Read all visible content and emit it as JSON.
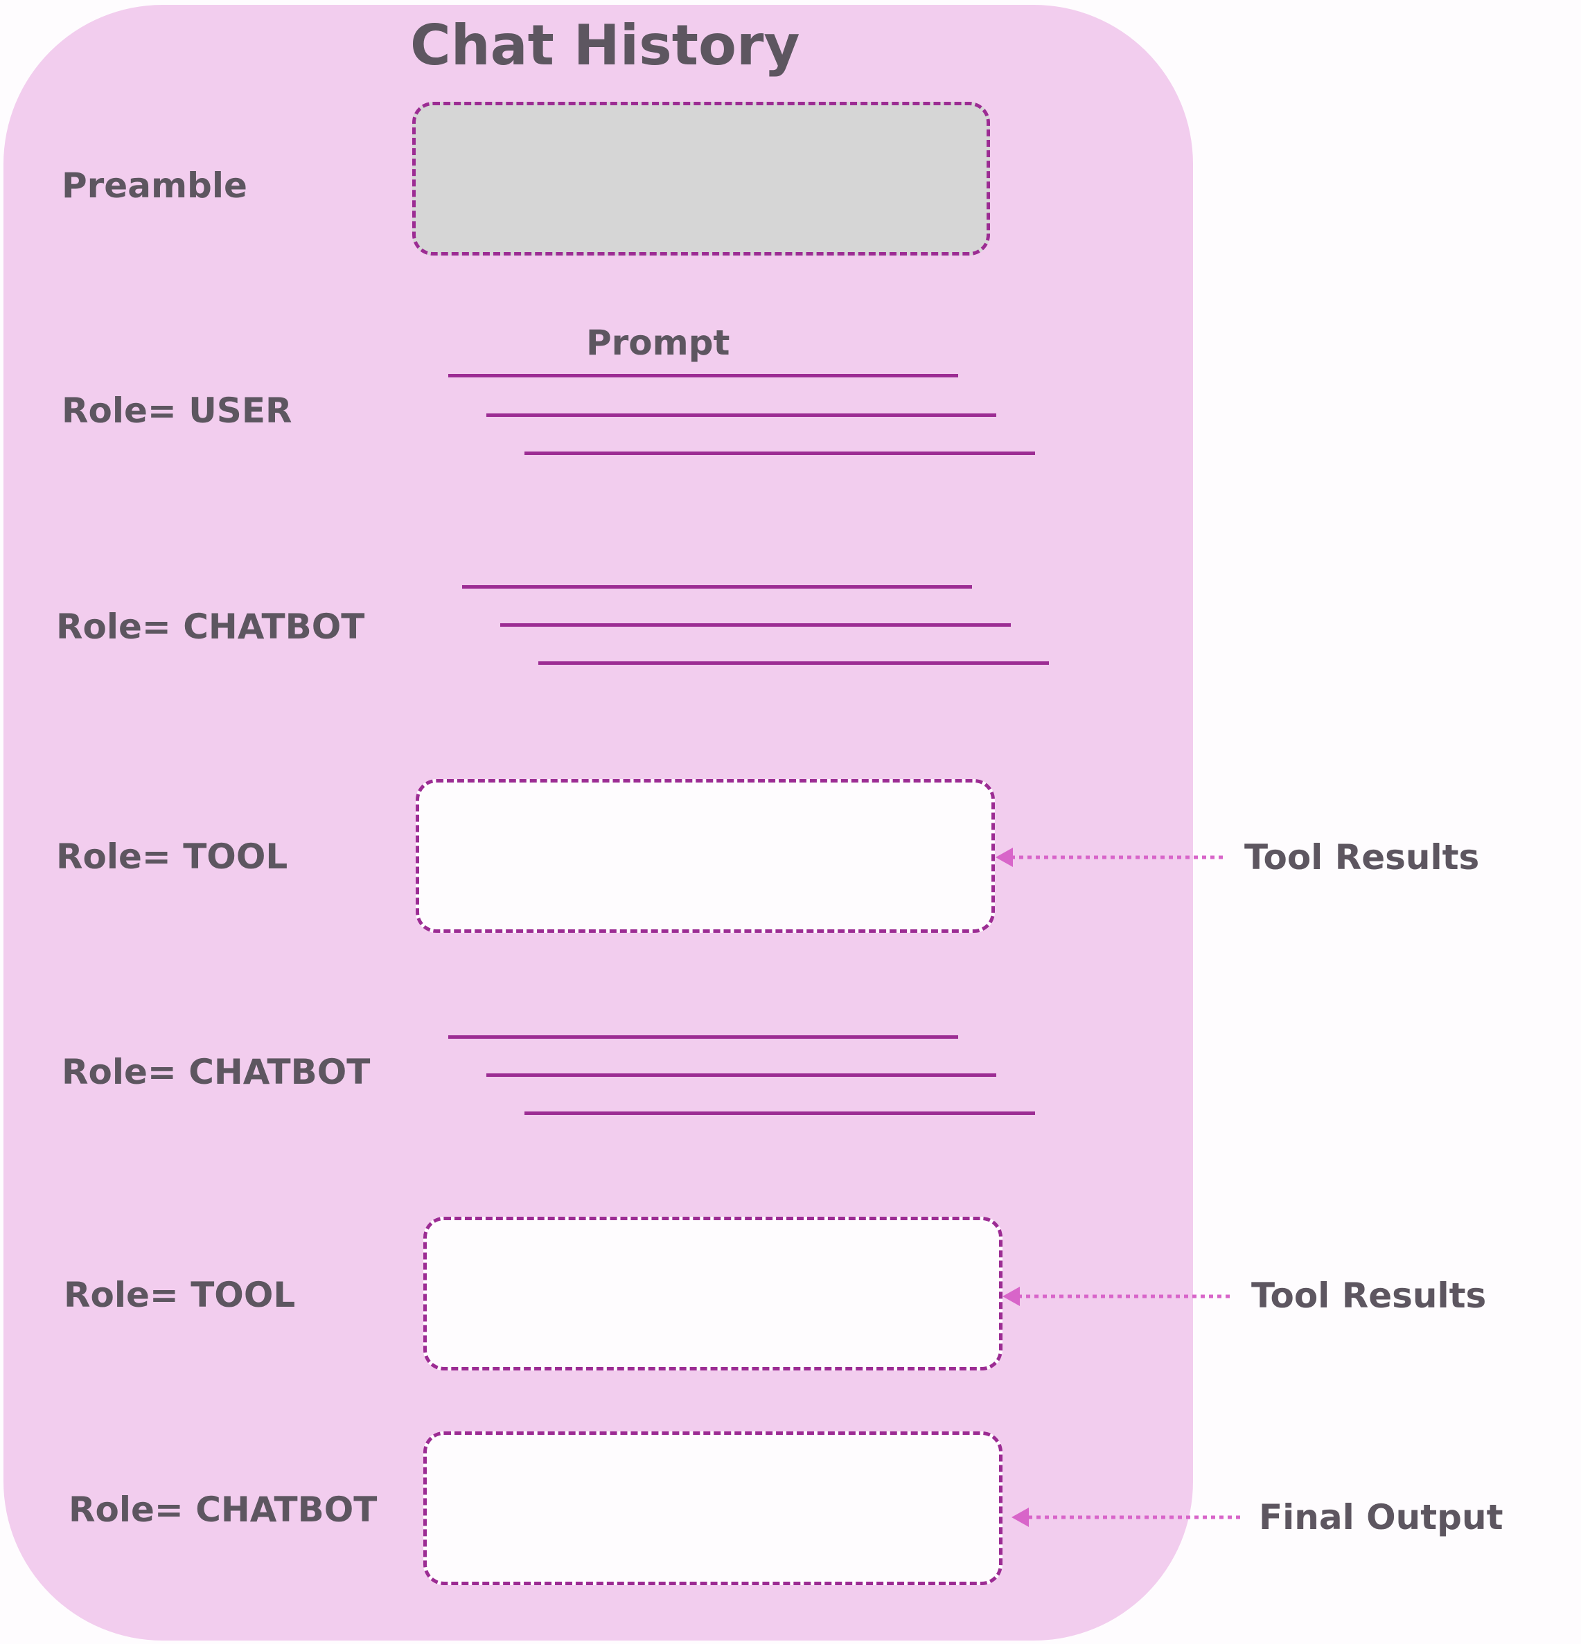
{
  "title": "Chat History",
  "prompt_label": "Prompt",
  "rows": [
    {
      "label": "Preamble"
    },
    {
      "label": "Role= USER"
    },
    {
      "label": "Role= CHATBOT"
    },
    {
      "label": "Role= TOOL",
      "annotation": "Tool Results"
    },
    {
      "label": "Role= CHATBOT"
    },
    {
      "label": "Role= TOOL",
      "annotation": "Tool Results"
    },
    {
      "label": "Role= CHATBOT",
      "annotation": "Final Output"
    }
  ],
  "colors": {
    "container": "#f2cdee",
    "accent": "#9c2c93",
    "arrow": "#d865c9",
    "text": "#5d5660",
    "preamble_fill": "#d6d6d6"
  }
}
